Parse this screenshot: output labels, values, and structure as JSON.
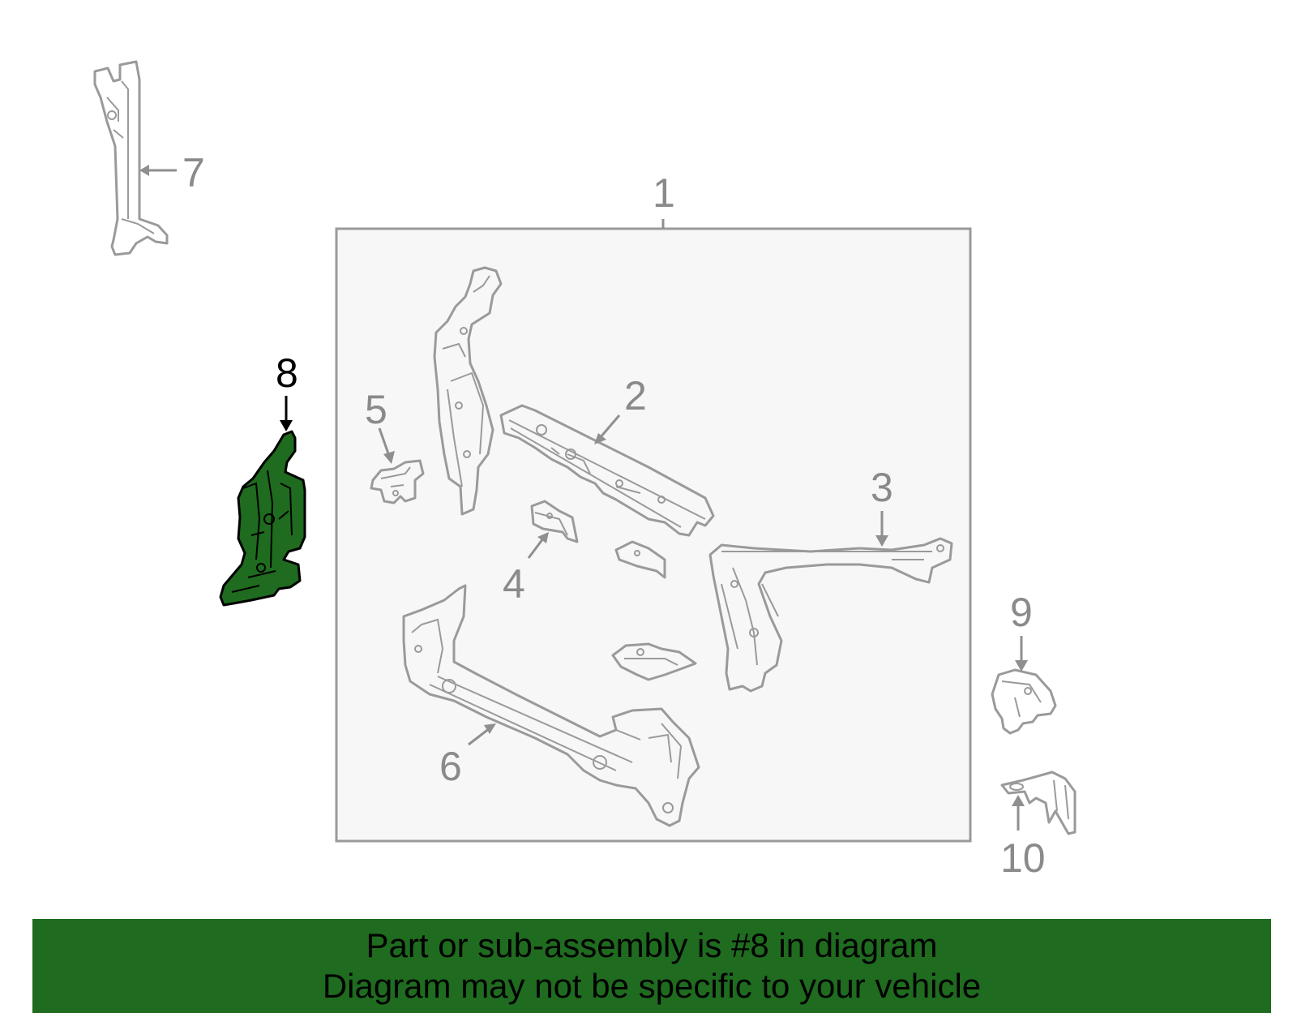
{
  "diagram": {
    "highlighted_part": "8",
    "colors": {
      "highlight": "#1f6b1f",
      "line": "#9a9a9a",
      "assembly_box_fill": "#f7f7f7"
    },
    "callouts": [
      {
        "id": "1",
        "label": "1"
      },
      {
        "id": "2",
        "label": "2"
      },
      {
        "id": "3",
        "label": "3"
      },
      {
        "id": "4",
        "label": "4"
      },
      {
        "id": "5",
        "label": "5"
      },
      {
        "id": "6",
        "label": "6"
      },
      {
        "id": "7",
        "label": "7"
      },
      {
        "id": "8",
        "label": "8"
      },
      {
        "id": "9",
        "label": "9"
      },
      {
        "id": "10",
        "label": "10"
      }
    ]
  },
  "banner": {
    "line1": "Part or sub-assembly is #8 in diagram",
    "line2": "Diagram may not be specific to your vehicle"
  }
}
